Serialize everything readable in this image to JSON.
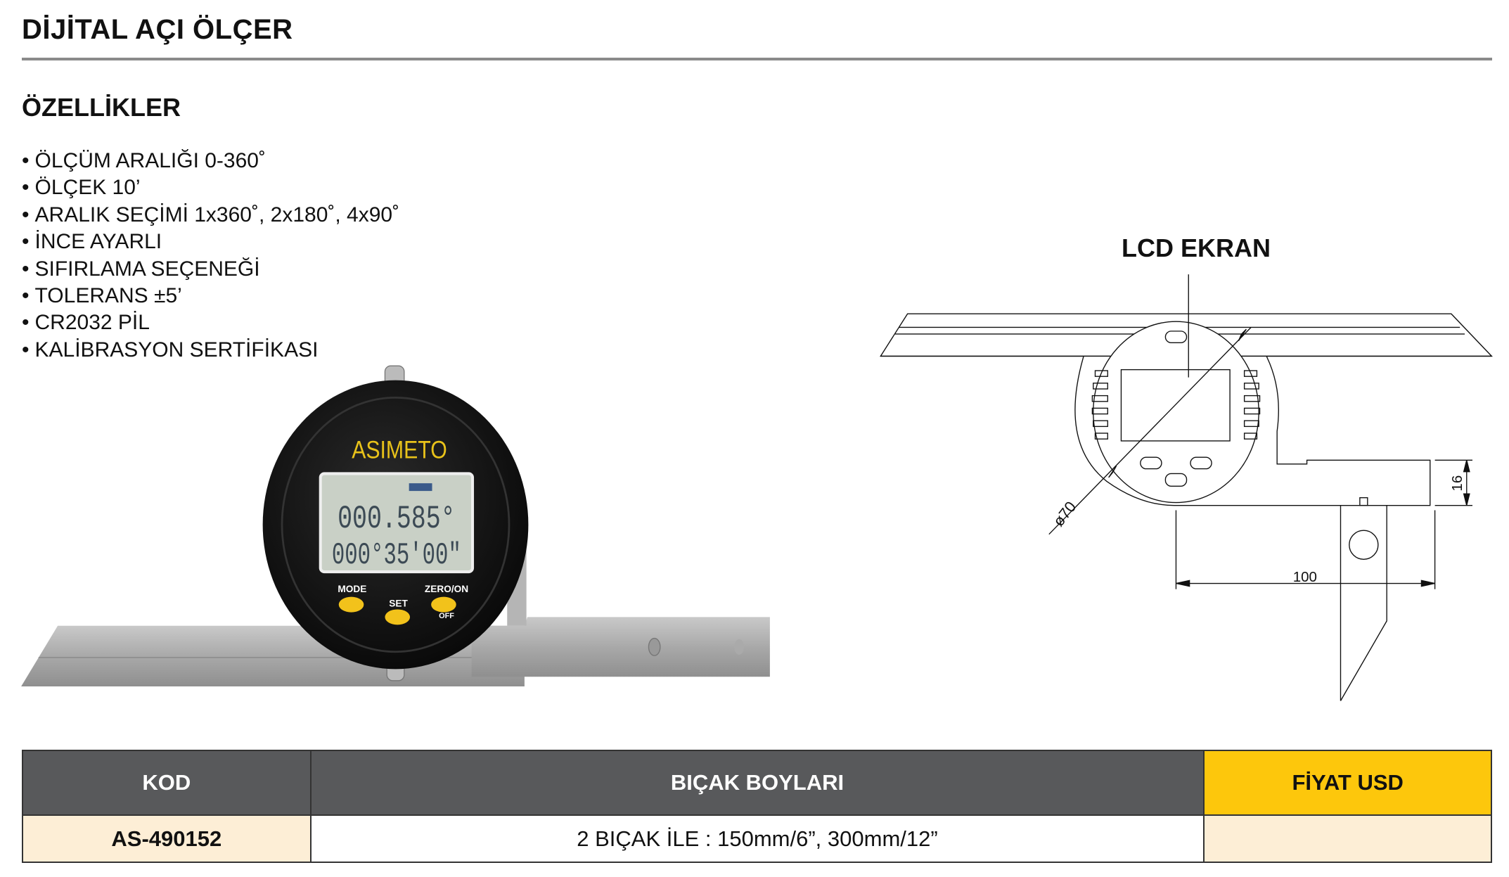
{
  "title": "DİJİTAL AÇI ÖLÇER",
  "features_title": "ÖZELLİKLER",
  "features": [
    "ÖLÇÜM ARALIĞI 0-360˚",
    "ÖLÇEK 10’",
    "ARALIK SEÇİMİ 1x360˚, 2x180˚, 4x90˚",
    "İNCE AYARLI",
    "SIFIRLAMA SEÇENEĞİ",
    "TOLERANS ±5’",
    "CR2032 PİL",
    "KALİBRASYON SERTİFİKASI"
  ],
  "product_photo": {
    "brand": "ASIMETO",
    "display_line1": "000.585°",
    "display_line2": "000°35'00\"",
    "buttons": {
      "mode": "MODE",
      "set": "SET",
      "zero_on": "ZERO/ON",
      "off": "OFF"
    }
  },
  "drawing": {
    "lcd_label": "LCD EKRAN",
    "diameter_label": "ø70",
    "width_label": "100",
    "height_label": "16"
  },
  "table": {
    "headers": {
      "kod": "KOD",
      "blades": "BIÇAK BOYLARI",
      "price": "FİYAT USD"
    },
    "rows": [
      {
        "kod": "AS-490152",
        "blades": "2 BIÇAK İLE : 150mm/6”, 300mm/12”",
        "price": ""
      }
    ]
  },
  "colors": {
    "header_bg": "#58595b",
    "price_header_bg": "#fdc70c",
    "row_highlight": "#fdeed6",
    "rule": "#8a8a8a"
  }
}
